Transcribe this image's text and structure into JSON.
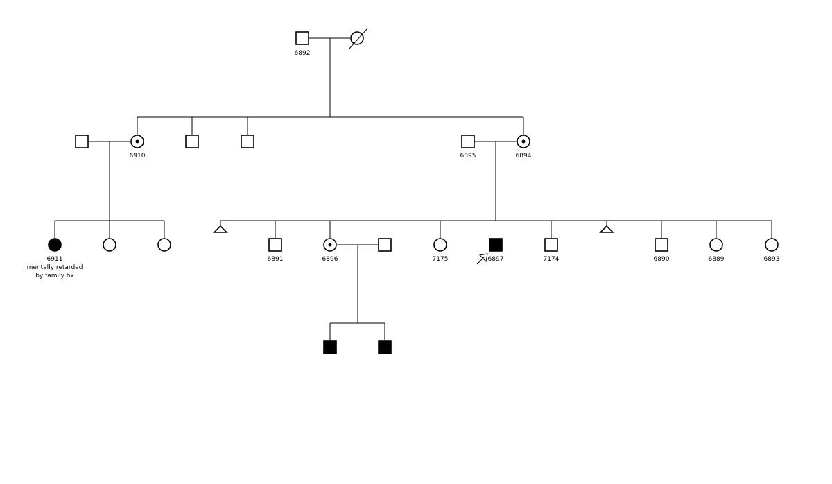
{
  "pedigree": {
    "individuals": [
      {
        "id": "g1-father",
        "sex": "male",
        "label": "6892",
        "affected": false
      },
      {
        "id": "g1-mother",
        "sex": "female",
        "deceased": true,
        "affected": false
      },
      {
        "id": "g2-husband-left",
        "sex": "male",
        "affected": false
      },
      {
        "id": "g2-carrier-6910",
        "sex": "female",
        "carrier": true,
        "label": "6910"
      },
      {
        "id": "g2-son-a",
        "sex": "male",
        "affected": false
      },
      {
        "id": "g2-son-b",
        "sex": "male",
        "affected": false
      },
      {
        "id": "g2-husband-6895",
        "sex": "male",
        "label": "6895"
      },
      {
        "id": "g2-carrier-6894",
        "sex": "female",
        "carrier": true,
        "label": "6894"
      },
      {
        "id": "g3-6911",
        "sex": "female",
        "affected": true,
        "label": "6911",
        "note": [
          "mentally retarded",
          "by family hx"
        ]
      },
      {
        "id": "g3-cousin-b",
        "sex": "female",
        "affected": false
      },
      {
        "id": "g3-cousin-c",
        "sex": "female",
        "affected": false
      },
      {
        "id": "g3-sab-1",
        "type": "miscarriage"
      },
      {
        "id": "g3-6891",
        "sex": "male",
        "label": "6891"
      },
      {
        "id": "g3-6896",
        "sex": "female",
        "carrier": true,
        "label": "6896"
      },
      {
        "id": "g3-spouse-6896",
        "sex": "male"
      },
      {
        "id": "g3-7175",
        "sex": "female",
        "label": "7175"
      },
      {
        "id": "g3-6897",
        "sex": "male",
        "affected": true,
        "proband": true,
        "label": "6897"
      },
      {
        "id": "g3-7174",
        "sex": "male",
        "label": "7174"
      },
      {
        "id": "g3-sab-2",
        "type": "miscarriage"
      },
      {
        "id": "g3-6890",
        "sex": "male",
        "label": "6890"
      },
      {
        "id": "g3-6889",
        "sex": "female",
        "label": "6889"
      },
      {
        "id": "g3-6893",
        "sex": "female",
        "label": "6893"
      },
      {
        "id": "g4-son-a",
        "sex": "male",
        "affected": true
      },
      {
        "id": "g4-son-b",
        "sex": "male",
        "affected": true
      }
    ]
  }
}
